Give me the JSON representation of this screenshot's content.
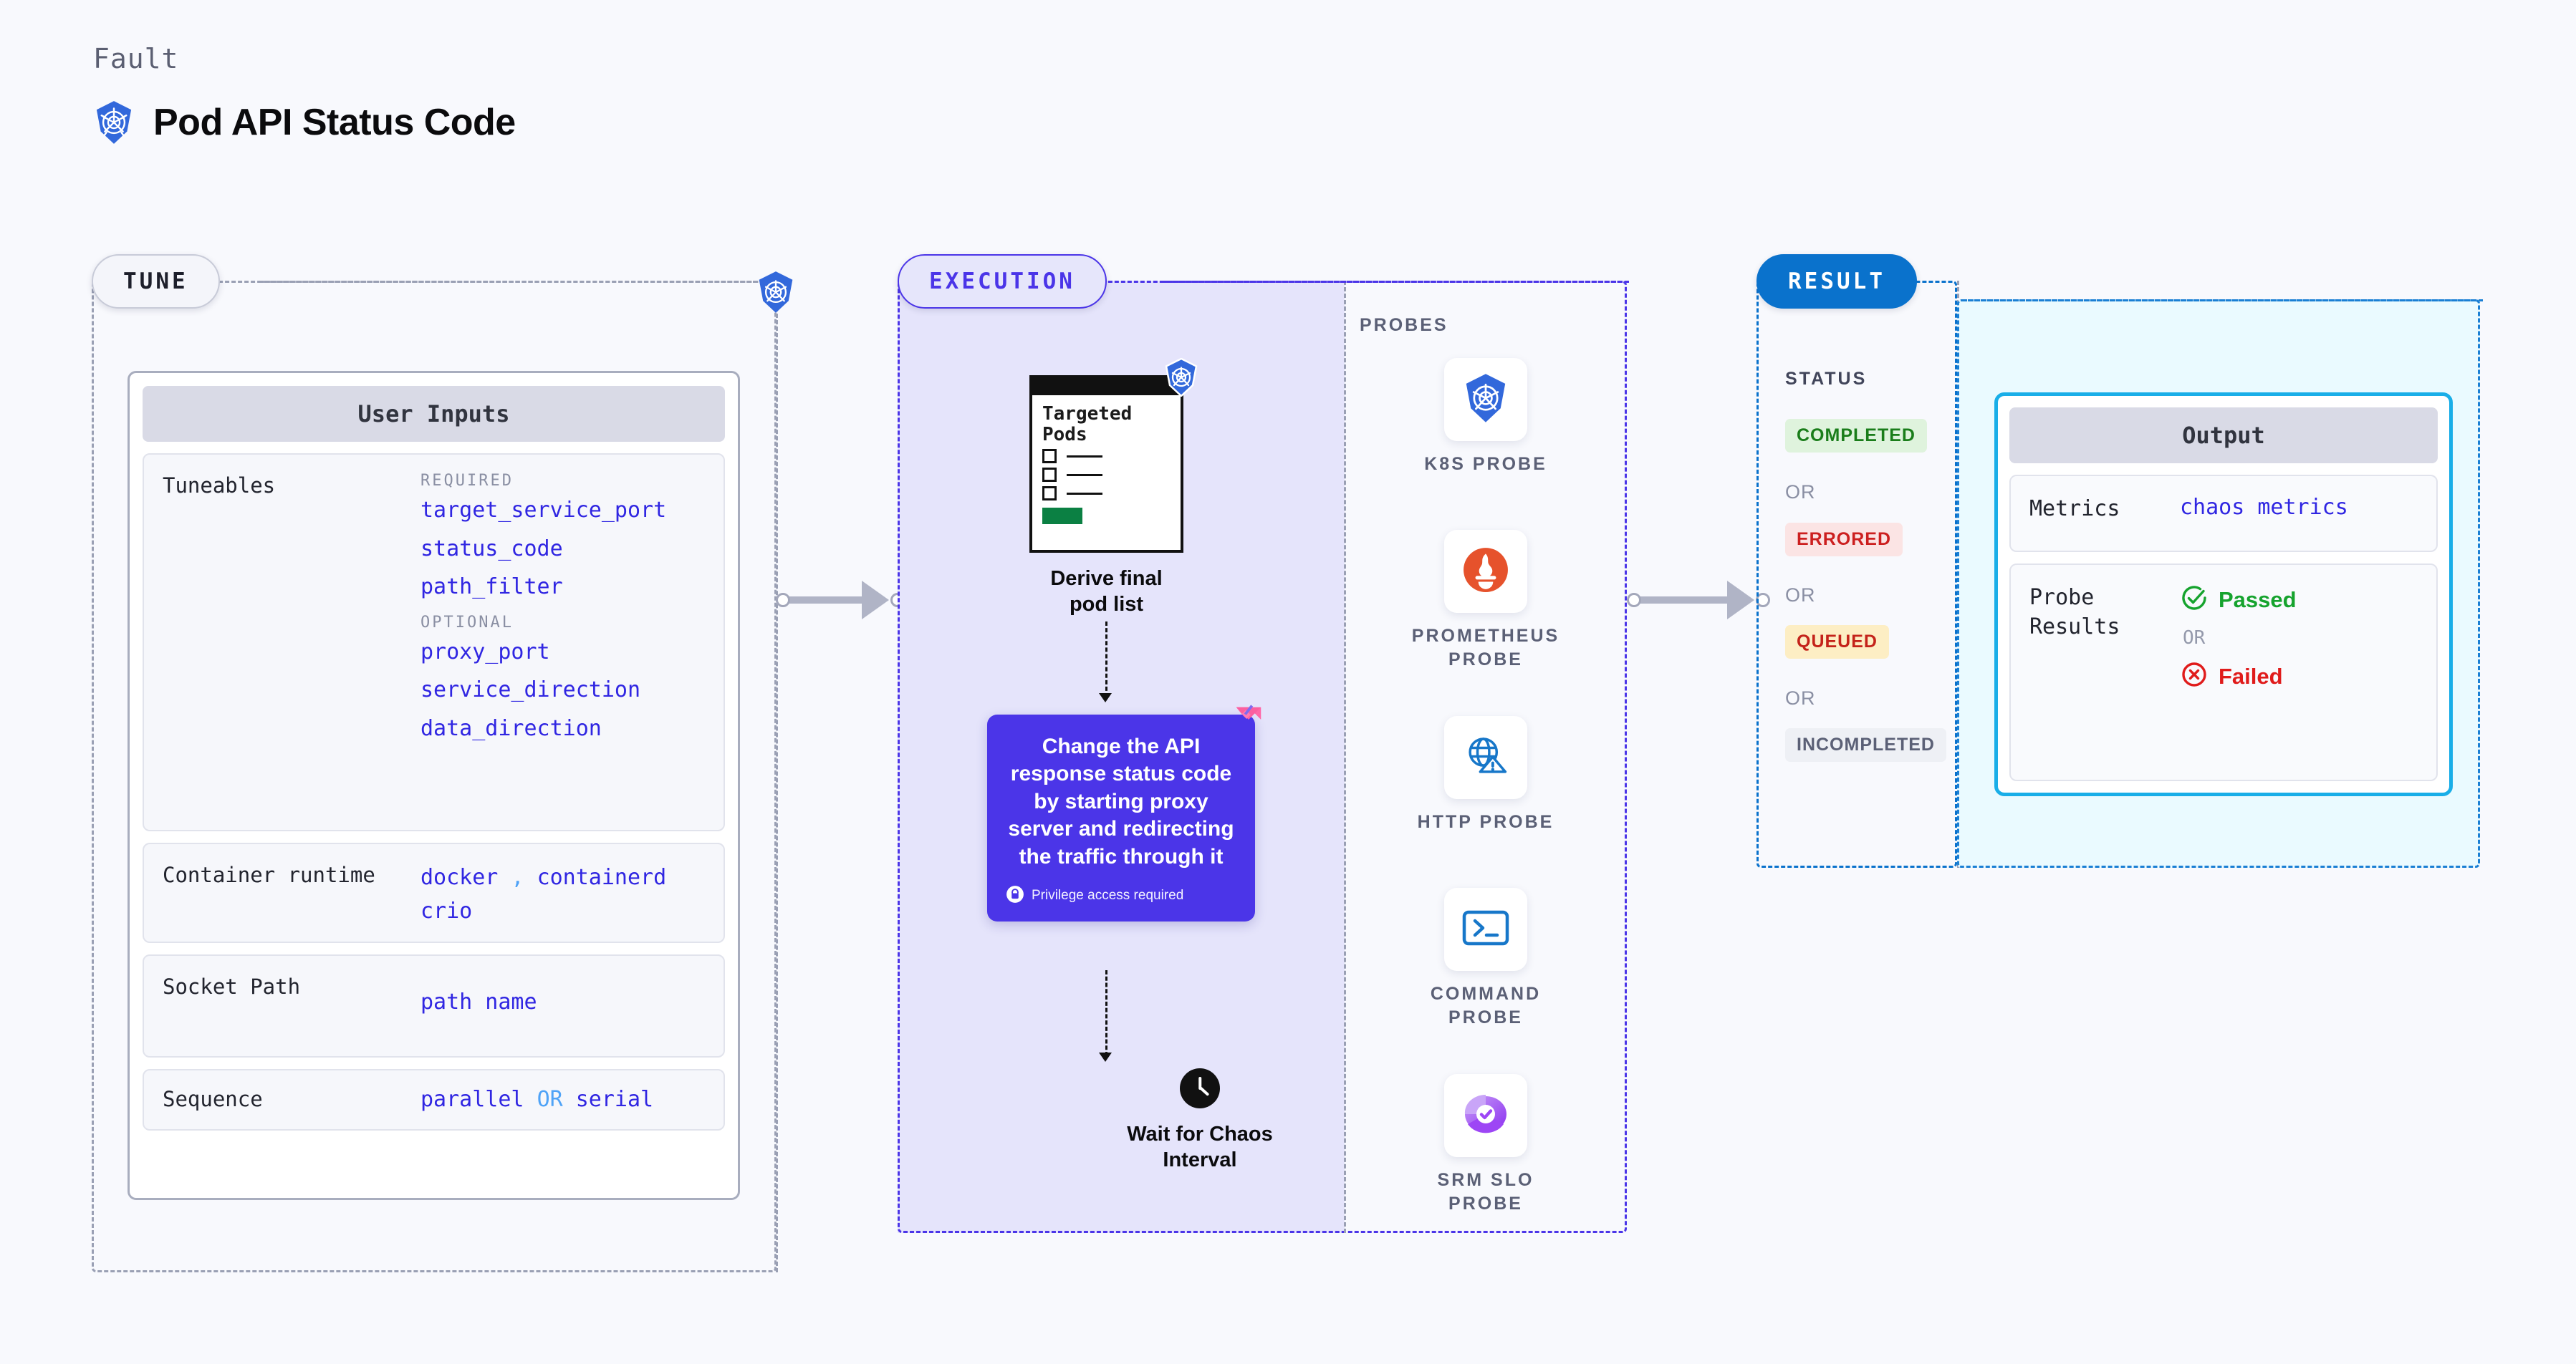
{
  "header": {
    "kicker": "Fault",
    "title": "Pod API Status Code",
    "icon": "kubernetes-icon"
  },
  "stages": {
    "tune": {
      "label": "TUNE"
    },
    "execution": {
      "label": "EXECUTION"
    },
    "result": {
      "label": "RESULT"
    }
  },
  "tune": {
    "card_title": "User Inputs",
    "tuneables": {
      "label": "Tuneables",
      "required_heading": "REQUIRED",
      "required": [
        "target_service_port",
        "status_code",
        "path_filter"
      ],
      "optional_heading": "OPTIONAL",
      "optional": [
        "proxy_port",
        "service_direction",
        "data_direction"
      ]
    },
    "container_runtime": {
      "label": "Container runtime",
      "values_line1": [
        "docker",
        "containerd"
      ],
      "separator": ",",
      "values_line2": "crio"
    },
    "socket_path": {
      "label": "Socket Path",
      "value": "path name"
    },
    "sequence": {
      "label": "Sequence",
      "value_a": "parallel",
      "conjunction": "OR",
      "value_b": "serial"
    }
  },
  "execution": {
    "pods_card": {
      "title_line1": "Targeted",
      "title_line2": "Pods",
      "badge_icon": "kubernetes-icon"
    },
    "step1_caption": "Derive final pod list",
    "action": {
      "text": "Change the API response status code by starting proxy server and redirecting the traffic through it",
      "privilege_note": "Privilege access required",
      "privilege_icon": "lock-icon",
      "corner_icon": "harness-logo-icon",
      "color": "#4b35e8"
    },
    "step3_caption_line1": "Wait for Chaos",
    "step3_caption_line2": "Interval",
    "step3_icon": "clock-icon"
  },
  "probes": {
    "label": "PROBES",
    "items": [
      {
        "name_line1": "K8S",
        "name_line2": "PROBE",
        "icon": "kubernetes-icon"
      },
      {
        "name_line1": "PROMETHEUS",
        "name_line2": "PROBE",
        "icon": "prometheus-icon"
      },
      {
        "name_line1": "HTTP",
        "name_line2": "PROBE",
        "icon": "http-globe-warning-icon"
      },
      {
        "name_line1": "COMMAND",
        "name_line2": "PROBE",
        "icon": "terminal-icon"
      },
      {
        "name_line1": "SRM SLO",
        "name_line2": "PROBE",
        "icon": "srm-slo-donut-icon"
      }
    ]
  },
  "result": {
    "status_label": "STATUS",
    "or_label": "OR",
    "statuses": [
      {
        "label": "COMPLETED",
        "bg": "#dff3dd",
        "fg": "#1a7d1a"
      },
      {
        "label": "ERRORED",
        "bg": "#fbe4e4",
        "fg": "#cc1f1f"
      },
      {
        "label": "QUEUED",
        "bg": "#fdeec4",
        "fg": "#c4231a"
      },
      {
        "label": "INCOMPLETED",
        "bg": "#eef0f5",
        "fg": "#5b6076"
      }
    ]
  },
  "output": {
    "card_title": "Output",
    "metrics": {
      "label": "Metrics",
      "value": "chaos metrics"
    },
    "probe_results": {
      "label": "Probe Results",
      "passed": "Passed",
      "or_label": "OR",
      "failed": "Failed",
      "passed_icon": "check-circle-icon",
      "failed_icon": "x-circle-icon"
    }
  }
}
